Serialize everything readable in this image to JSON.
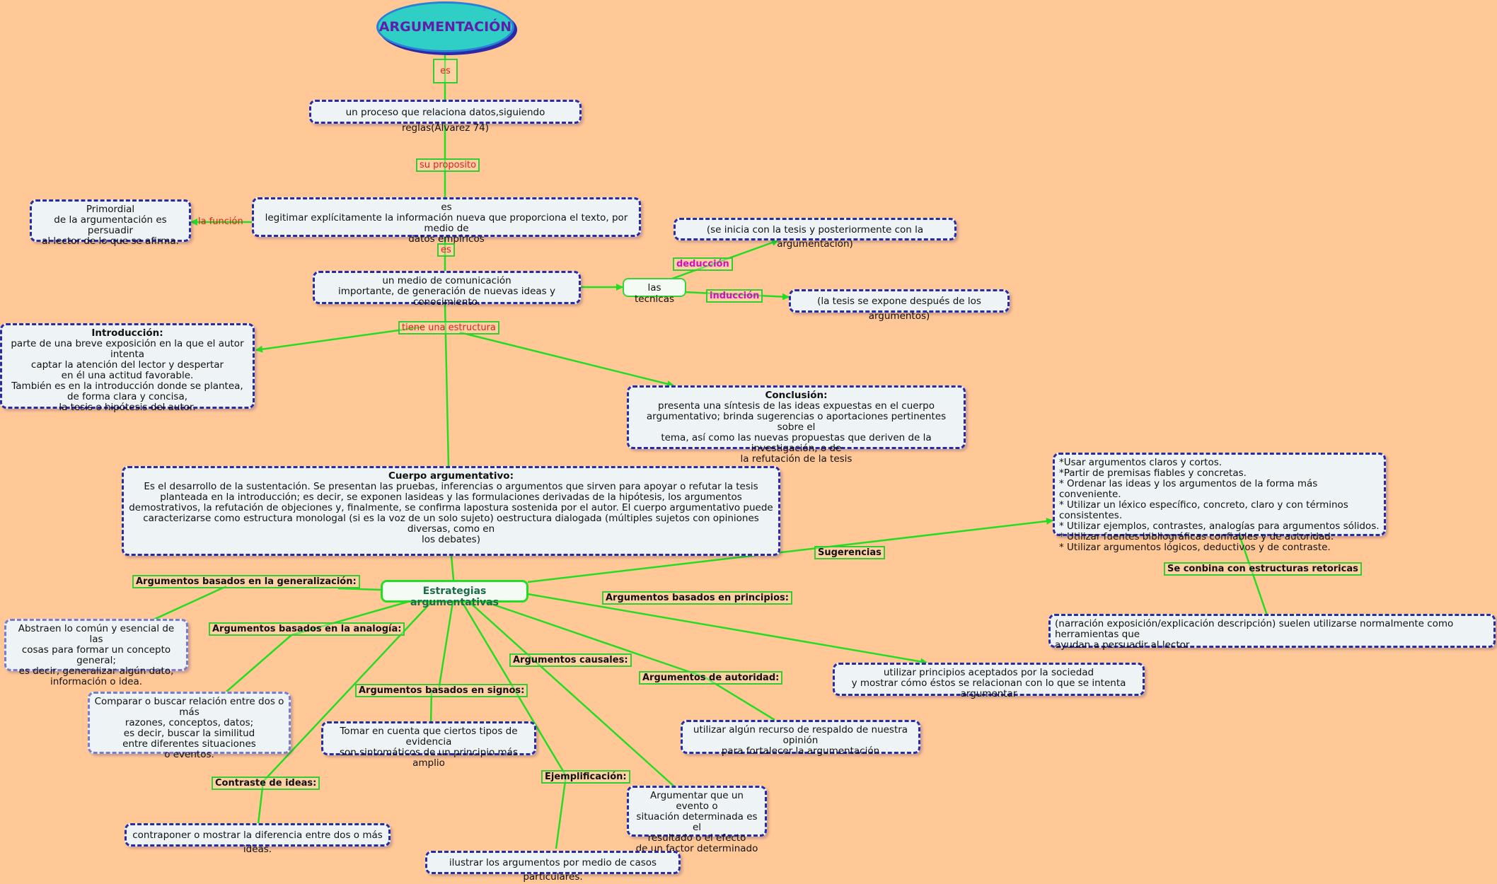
{
  "title": "ARGUMENTACIÓN",
  "labels": {
    "es1": "es",
    "proposito": "su proposito",
    "funcion": "la función",
    "es2": "es",
    "deduccion": "deducción",
    "induccion": "inducción",
    "estructura": "tiene una estructura",
    "generalizacion": "Argumentos basados en la generalización:",
    "analogia": "Argumentos basados en la analogía:",
    "signos": "Argumentos basados en signos:",
    "causales": "Argumentos causales:",
    "autoridad": "Argumentos de autoridad:",
    "principios": "Argumentos basados en principios:",
    "sugerencias": "Sugerencias",
    "retoricas": "Se conbina con estructuras retoricas",
    "contraste": "Contraste de ideas:",
    "ejemplificacion": "Ejemplificación:"
  },
  "nodes": {
    "proceso": "un proceso que relaciona datos,siguiendo reglas(Álvarez 74)",
    "legitimar": "es\nlegitimar explícitamente la información nueva que proporciona el texto, por medio de\ndatos empíricos",
    "primordial": "Primordial\nde la argumentación es persuadir\nal lector de lo que se afirma.",
    "medio": "un medio de comunicación\nimportante, de generación de nuevas ideas y conocimiento.",
    "tecnicas": "las tecnicas",
    "deduccion_box": "(se inicia con la tesis y posteriormente con la argumentación)",
    "induccion_box": "(la tesis se expone después de los argumentos)",
    "intro_title": "Introducción:",
    "intro_body": "parte de una breve exposición en la que el autor intenta\ncaptar la atención del lector y despertar\nen él una actitud favorable.\nTambién es en la introducción donde se plantea,\nde forma clara y concisa,\nla tesis o hipótesis del autor.",
    "concl_title": "Conclusión:",
    "concl_body": "presenta una síntesis de las ideas expuestas en el cuerpo\nargumentativo; brinda sugerencias o aportaciones pertinentes sobre el\ntema, así como las nuevas propuestas que deriven de la investigación, o de\nla refutación de la tesis",
    "cuerpo_title": "Cuerpo argumentativo:",
    "cuerpo_body": "Es el desarrollo de la sustentación. Se presentan las pruebas, inferencias o argumentos que sirven para apoyar o refutar la tesis\nplanteada en la introducción; es decir, se exponen lasideas y las formulaciones derivadas de la hipótesis, los argumentos\ndemostrativos, la refutación de objeciones y, finalmente, se confirma lapostura sostenida por el autor. El cuerpo argumentativo puede\ncaracterizarse como estructura monologal (si es la voz de un solo sujeto) oestructura dialogada (múltiples sujetos con opiniones diversas, como en\nlos debates)",
    "estrategias": "Estrategias argumentativas",
    "sugerencias_box": "*Usar argumentos claros y cortos.\n*Partir de premisas fiables y concretas.\n* Ordenar las ideas y los argumentos de la forma más conveniente.\n* Utilizar un léxico específico, concreto, claro y con términos consistentes.\n* Utilizar ejemplos, contrastes, analogías para argumentos sólidos.\n* Utilizar fuentes bibliográficas confiables y de autoridad.\n* Utilizar argumentos lógicos, deductivos y de contraste.",
    "retoricas_box": "(narración exposición/explicación descripción) suelen utilizarse normalmente como herramientas que\nayudan a persuadir al lector",
    "generalizacion_box": "Abstraen lo común y esencial de las\ncosas para formar un concepto general;\nes decir, generalizar algún dato,\ninformación o idea.",
    "analogia_box": "Comparar o buscar relación entre dos o más\nrazones, conceptos, datos;\nes decir, buscar la similitud\nentre diferentes situaciones\no eventos.",
    "signos_box": "Tomar en cuenta que ciertos tipos de evidencia\nson sintomáticos de un principio más amplio",
    "principios_box": "utilizar principios aceptados por la sociedad\ny mostrar cómo éstos se relacionan con lo que se intenta argumentar",
    "autoridad_box": "utilizar algún recurso de respaldo de nuestra opinión\npara fortalecer la argumentación",
    "causales_box": "Argumentar que un evento o\nsituación determinada es el\nresultado o el efecto\nde un factor determinado",
    "contraste_box": "contraponer o mostrar la diferencia entre dos o más ideas.",
    "ejemplificacion_box": "ilustrar los argumentos por medio de casos particulares."
  },
  "colors": {
    "background": "#ffc896",
    "connector": "#22dd22",
    "box_border": "#2a2aa8",
    "title_fill": "#2fcfc6",
    "title_text": "#5e1fa8",
    "label_red": "#e02020",
    "label_magenta": "#d010c0"
  }
}
